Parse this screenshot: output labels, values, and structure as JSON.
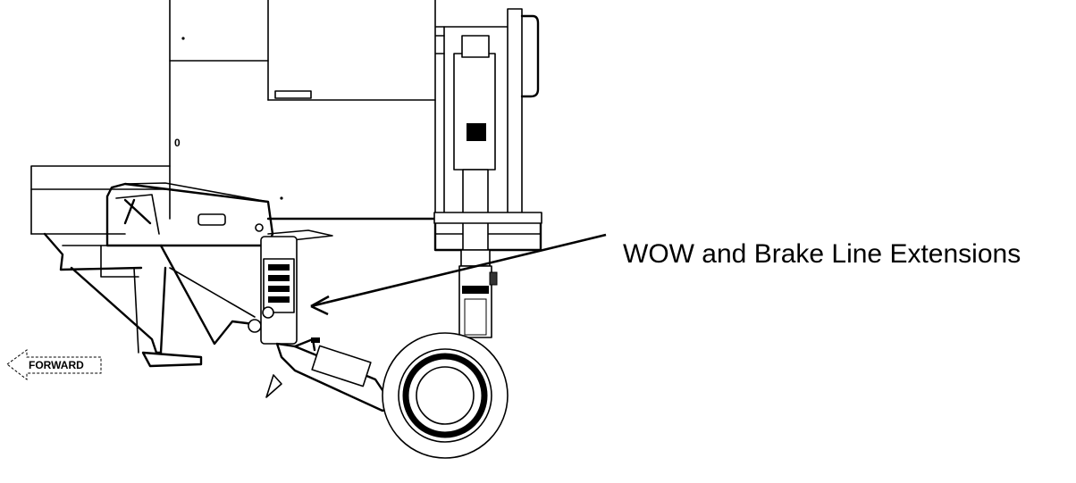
{
  "callout": {
    "label": "WOW and Brake Line Extensions"
  },
  "direction": {
    "label": "FORWARD"
  },
  "markings": {
    "zero": "0"
  }
}
